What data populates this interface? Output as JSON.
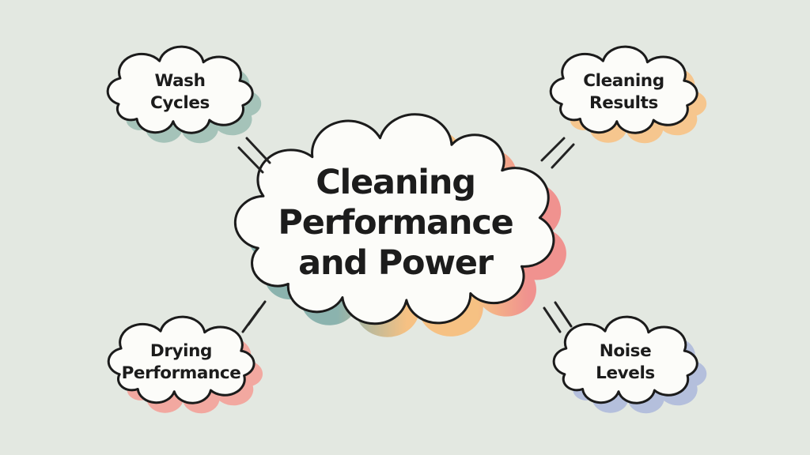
{
  "palette": {
    "background": "#e3e8e1",
    "cloud_fill": "#fcfcf9",
    "cloud_outline": "#1b1b1b",
    "text_color": "#1c1c1c",
    "connector_color": "#222222"
  },
  "center_node": {
    "id": "center",
    "label": "Cleaning Performance and Power",
    "lines": [
      "Cleaning",
      "Performance",
      "and Power"
    ],
    "shadow_gradient": [
      "#8bb3ae",
      "#f6c183",
      "#f0928f"
    ]
  },
  "satellite_nodes": [
    {
      "id": "wash-cycles",
      "label": "Wash Cycles",
      "lines": [
        "Wash",
        "Cycles"
      ],
      "shadow_color": "#a5c3b9",
      "position": "top-left"
    },
    {
      "id": "cleaning-results",
      "label": "Cleaning Results",
      "lines": [
        "Cleaning",
        "Results"
      ],
      "shadow_color": "#f6c68e",
      "position": "top-right"
    },
    {
      "id": "drying-performance",
      "label": "Drying Performance",
      "lines": [
        "Drying",
        "Performance"
      ],
      "shadow_color": "#f2a8a0",
      "position": "bottom-left"
    },
    {
      "id": "noise-levels",
      "label": "Noise Levels",
      "lines": [
        "Noise",
        "Levels"
      ],
      "shadow_color": "#b4bfdc",
      "position": "bottom-right"
    }
  ],
  "connectors": [
    {
      "from": "wash-cycles",
      "to": "center",
      "style": "double-line"
    },
    {
      "from": "cleaning-results",
      "to": "center",
      "style": "double-line"
    },
    {
      "from": "drying-performance",
      "to": "center",
      "style": "double-line"
    },
    {
      "from": "noise-levels",
      "to": "center",
      "style": "double-line"
    }
  ]
}
